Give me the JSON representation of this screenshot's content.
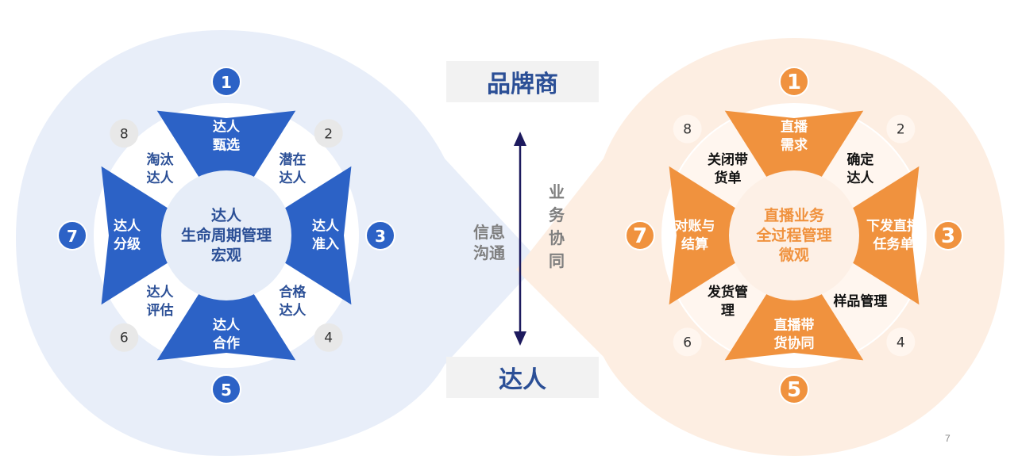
{
  "colors": {
    "blue": "#2c62c6",
    "blue_dark": "#2b4f96",
    "blue_light": "#e8eef9",
    "orange": "#f0923e",
    "orange_light": "#fdeee2",
    "gray_circle": "#e8e8e8",
    "arrow": "#1d1a5e"
  },
  "left_wheel": {
    "center": [
      "达人",
      "生命周期管理",
      "宏观"
    ],
    "steps": [
      {
        "num": "1",
        "label": [
          "达人",
          "甄选"
        ]
      },
      {
        "num": "2",
        "label": [
          "潜在",
          "达人"
        ]
      },
      {
        "num": "3",
        "label": [
          "达人",
          "准入"
        ]
      },
      {
        "num": "4",
        "label": [
          "合格",
          "达人"
        ]
      },
      {
        "num": "5",
        "label": [
          "达人",
          "合作"
        ]
      },
      {
        "num": "6",
        "label": [
          "达人",
          "评估"
        ]
      },
      {
        "num": "7",
        "label": [
          "达人",
          "分级"
        ]
      },
      {
        "num": "8",
        "label": [
          "淘汰",
          "达人"
        ]
      }
    ]
  },
  "right_wheel": {
    "center": [
      "直播业务",
      "全过程管理",
      "微观"
    ],
    "steps": [
      {
        "num": "1",
        "label": [
          "直播",
          "需求"
        ]
      },
      {
        "num": "2",
        "label": [
          "确定",
          "达人"
        ]
      },
      {
        "num": "3",
        "label": [
          "下发直播",
          "任务单"
        ]
      },
      {
        "num": "4",
        "label": [
          "样品管理"
        ]
      },
      {
        "num": "5",
        "label": [
          "直播带",
          "货协同"
        ]
      },
      {
        "num": "6",
        "label": [
          "发货管",
          "理"
        ]
      },
      {
        "num": "7",
        "label": [
          "对账与",
          "结算"
        ]
      },
      {
        "num": "8",
        "label": [
          "关闭带",
          "货单"
        ]
      }
    ]
  },
  "middle": {
    "top_label": "品牌商",
    "bottom_label": "达人",
    "left_text": "信息沟通",
    "right_text": "业务协同"
  },
  "page_number": "7"
}
